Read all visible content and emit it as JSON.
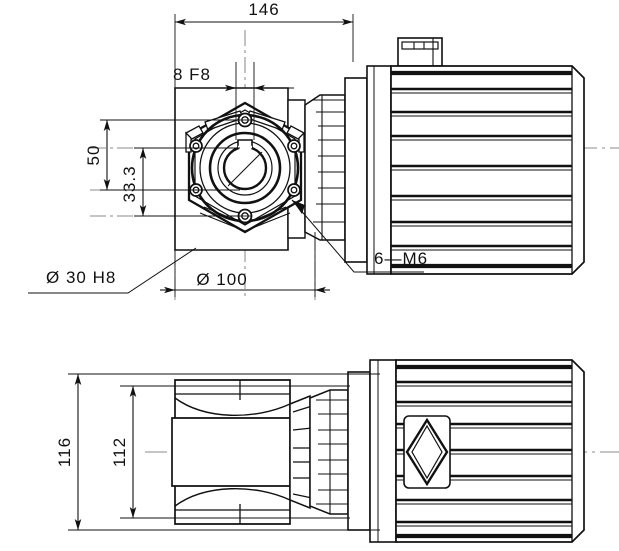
{
  "drawing": {
    "type": "engineering-dimension-drawing",
    "subject": "worm gear reducer with electric motor",
    "line_color": "#111111",
    "background_color": "#ffffff",
    "centerline_color": "#555555",
    "views": [
      {
        "id": "top-view",
        "name": "front-elevation-with-flange-face"
      },
      {
        "id": "bottom-view",
        "name": "side-elevation"
      }
    ]
  },
  "dimensions": {
    "overall_length": "146",
    "key_width": "8  F8",
    "bolt_circle_upper": "50",
    "bolt_circle_lower": "33.3",
    "bore": "Ø 30  H8",
    "flange_diameter": "Ø 100",
    "bolt_spec": "6—M6",
    "height_overall": "116",
    "height_body": "112"
  }
}
